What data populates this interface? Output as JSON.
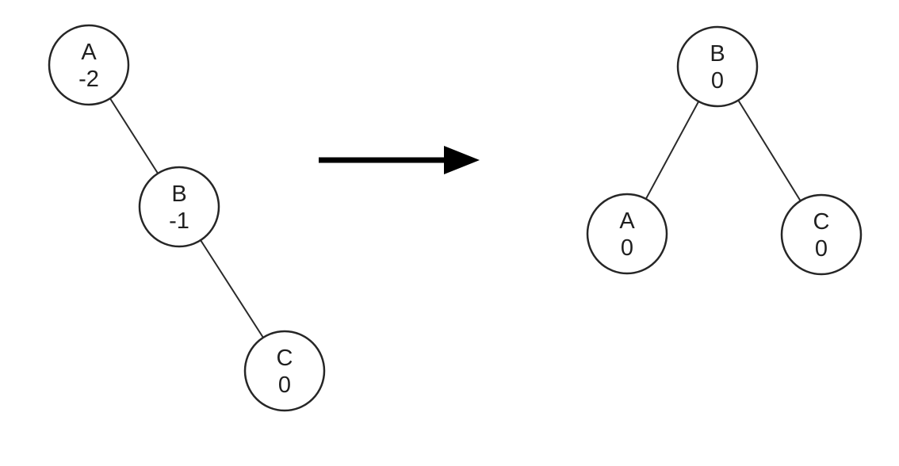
{
  "diagram": {
    "before_tree": {
      "nodes": [
        {
          "id": "A",
          "label": "A",
          "value": "-2"
        },
        {
          "id": "B",
          "label": "B",
          "value": "-1"
        },
        {
          "id": "C",
          "label": "C",
          "value": "0"
        }
      ],
      "edges": [
        "A-B",
        "B-C"
      ]
    },
    "arrow": {
      "icon": "right-arrow",
      "direction": "left-to-right"
    },
    "after_tree": {
      "nodes": [
        {
          "id": "B",
          "label": "B",
          "value": "0"
        },
        {
          "id": "A",
          "label": "A",
          "value": "0"
        },
        {
          "id": "C",
          "label": "C",
          "value": "0"
        }
      ],
      "edges": [
        "B-A",
        "B-C"
      ]
    },
    "colors": {
      "node_fill": "#ffffff",
      "node_stroke": "#262626",
      "edge_stroke": "#2a2a2a",
      "text": "#1f1f1f",
      "arrow": "#000000",
      "background": "#ffffff"
    }
  }
}
